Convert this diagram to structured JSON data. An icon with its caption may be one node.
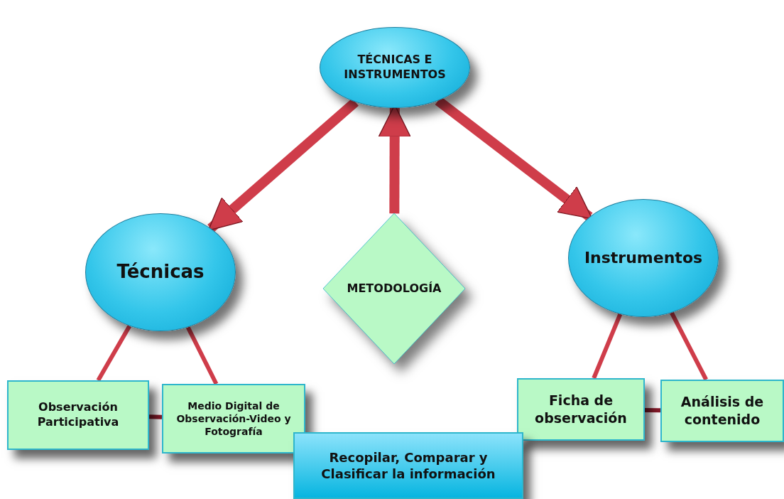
{
  "diagram": {
    "nodes": [
      {
        "text": [
          "TÉCNICAS E INSTRUMENTOS"
        ]
      },
      {
        "text": [
          "Técnicas"
        ]
      },
      {
        "text": [
          "METODOLOGÍA"
        ]
      },
      {
        "text": [
          "Instrumentos"
        ]
      },
      {
        "text": [
          "Observación Participativa"
        ]
      },
      {
        "text": [
          "Medio Digital de Observación-Video y Fotografía"
        ]
      },
      {
        "text": [
          "Recopilar, Comparar y Clasificar la información"
        ]
      },
      {
        "text": [
          "Ficha de observación"
        ]
      },
      {
        "text": [
          "Análisis de contenido"
        ]
      }
    ],
    "edges": [
      {
        "from": 0,
        "to": 1,
        "arrow": "to",
        "style": "thick"
      },
      {
        "from": 2,
        "to": 0,
        "arrow": "to",
        "style": "thick"
      },
      {
        "from": 0,
        "to": 3,
        "arrow": "to",
        "style": "thick"
      },
      {
        "from": 1,
        "to": 4,
        "arrow": "none"
      },
      {
        "from": 1,
        "to": 5,
        "arrow": "none"
      },
      {
        "from": 4,
        "to": 5,
        "arrow": "none",
        "color": "#8a1c2c"
      },
      {
        "from": 3,
        "to": 7,
        "arrow": "none"
      },
      {
        "from": 3,
        "to": 8,
        "arrow": "none"
      },
      {
        "from": 7,
        "to": 8,
        "arrow": "none",
        "color": "#8a1c2c"
      }
    ]
  }
}
